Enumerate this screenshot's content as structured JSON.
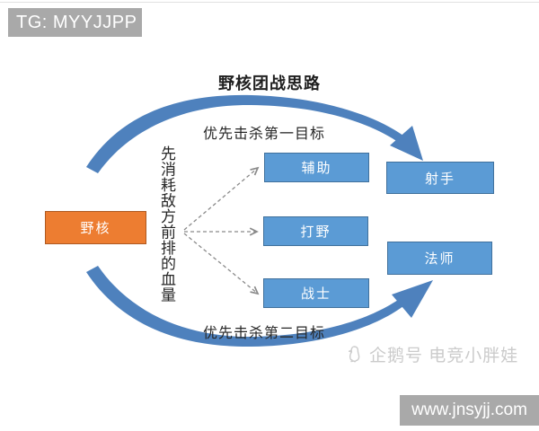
{
  "header": {
    "tg_badge": "TG: MYYJJPP"
  },
  "diagram": {
    "title": "野核团战思路",
    "top_path_label": "优先击杀第一目标",
    "bottom_path_label": "优先击杀第二目标",
    "side_note": "先消耗敌方前排的血量",
    "source_node": "野核",
    "mid_nodes": [
      "辅助",
      "打野",
      "战士"
    ],
    "target_nodes": [
      "射手",
      "法师"
    ]
  },
  "watermark": {
    "text": "企鹅号 电竞小胖娃"
  },
  "footer": {
    "site_url": "www.jnsyjj.com"
  },
  "colors": {
    "source_fill": "#ED7D31",
    "source_border": "#AE5A21",
    "node_fill": "#5B9BD5",
    "node_border": "#41719C",
    "arc_blue": "#4E81BD",
    "badge_gray": "#A9A9A9",
    "dashed_gray": "#8A8A8A",
    "watermark_gray": "#CBCBCB",
    "text_dark": "#262626"
  }
}
